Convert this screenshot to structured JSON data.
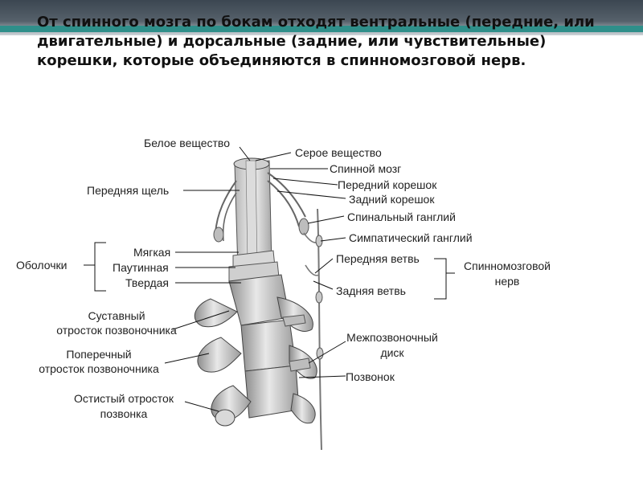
{
  "slide": {
    "text": " От спинного мозга по бокам отходят вентральные (передние, или двигательные) и дорсальные (задние, или чувствительные) корешки, которые объединяются в спинномозговой нерв."
  },
  "labels": {
    "white_matter": "Белое вещество",
    "gray_matter": "Серое вещество",
    "spinal_cord": "Спинной мозг",
    "anterior_root": "Передний корешок",
    "posterior_root": "Задний корешок",
    "anterior_fissure": "Передняя щель",
    "spinal_ganglion": "Спинальный ганглий",
    "sympathetic_ganglion": "Симпатический ганглий",
    "membranes": "Оболочки",
    "pia": "Мягкая",
    "arachnoid": "Паутинная",
    "dura": "Твердая",
    "anterior_branch": "Передняя ветвь",
    "posterior_branch": "Задняя ветвь",
    "spinal_nerve_1": "Спинномозговой",
    "spinal_nerve_2": "нерв",
    "articular_1": "Суставный",
    "articular_2": "отросток позвоночника",
    "transverse_1": "Поперечный",
    "transverse_2": "отросток позвоночника",
    "spinous_1": "Остистый отросток",
    "spinous_2": "позвонка",
    "disc_1": "Межпозвоночный",
    "disc_2": "диск",
    "vertebra": "Позвонок"
  },
  "colors": {
    "topbar": "#3b4651",
    "accent": "#2f8f8a"
  }
}
